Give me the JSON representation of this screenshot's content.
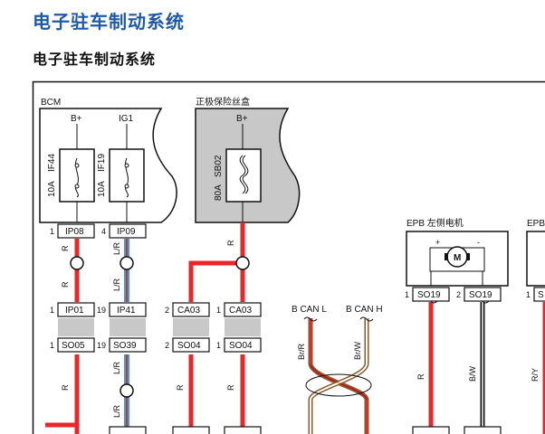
{
  "header": {
    "title": "电子驻车制动系统",
    "subtitle": "电子驻车制动系统"
  },
  "diagram": {
    "bcm": {
      "label": "BCM",
      "pin_b": "B+",
      "pin_ig": "IG1"
    },
    "fuse_box": {
      "label": "正极保险丝盒",
      "pin_b": "B+"
    },
    "fuses": [
      {
        "rating": "10A",
        "name": "IF44"
      },
      {
        "rating": "10A",
        "name": "IF19"
      },
      {
        "rating": "80A",
        "name": "SB02"
      }
    ],
    "epb_left": {
      "label": "EPB 左侧电机",
      "plus": "+",
      "minus": "-",
      "motor": "M"
    },
    "epb_right": {
      "label": "EPB"
    },
    "connectors": {
      "ip08": {
        "pin": "1",
        "name": "IP08"
      },
      "ip09": {
        "pin": "4",
        "name": "IP09"
      },
      "ip01": {
        "pin": "1",
        "name": "IP01"
      },
      "ip41": {
        "pin": "19",
        "name": "IP41"
      },
      "so05": {
        "pin": "1",
        "name": "SO05"
      },
      "so39": {
        "pin": "19",
        "name": "SO39"
      },
      "ca03a": {
        "pin": "2",
        "name": "CA03"
      },
      "ca03b": {
        "pin": "1",
        "name": "CA03"
      },
      "so04a": {
        "pin": "2",
        "name": "SO04"
      },
      "so04b": {
        "pin": "1",
        "name": "SO04"
      },
      "so19a": {
        "pin": "1",
        "name": "SO19"
      },
      "so19b": {
        "pin": "2",
        "name": "SO19"
      },
      "so_edge": {
        "pin": "1",
        "name": "S"
      }
    },
    "wire_labels": {
      "r": "R",
      "lr": "L/R",
      "can_l": "B CAN L",
      "can_h": "B CAN H",
      "br_r": "Br/R",
      "br_w": "Br/W",
      "bw": "B/W",
      "ry": "R/Y"
    },
    "colors": {
      "red": "#e8262c",
      "blue": "#28a8e0",
      "brown": "#8b5a2b",
      "gray_fill": "#c8c8c8",
      "title_blue": "#1f5aa8"
    }
  }
}
